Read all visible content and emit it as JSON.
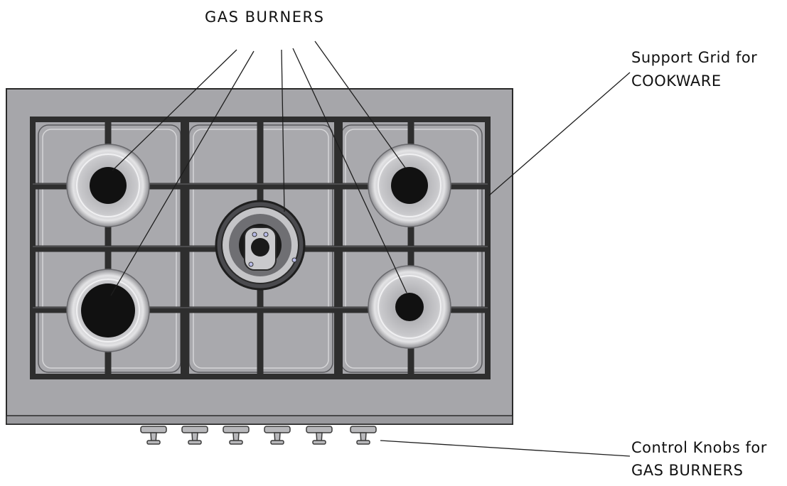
{
  "labels": {
    "burners_top": "GAS BURNERS",
    "grid_line1": "Support Grid for",
    "grid_line2": "COOKWARE",
    "knobs_line1": "Control Knobs for",
    "knobs_line2": "GAS BURNERS"
  },
  "colors": {
    "panel": "#a3a3a7",
    "panel_edge": "#3a3a3a",
    "grate": "#2e2e2e",
    "burner_cap": "#111111",
    "leader_line": "#222222"
  }
}
